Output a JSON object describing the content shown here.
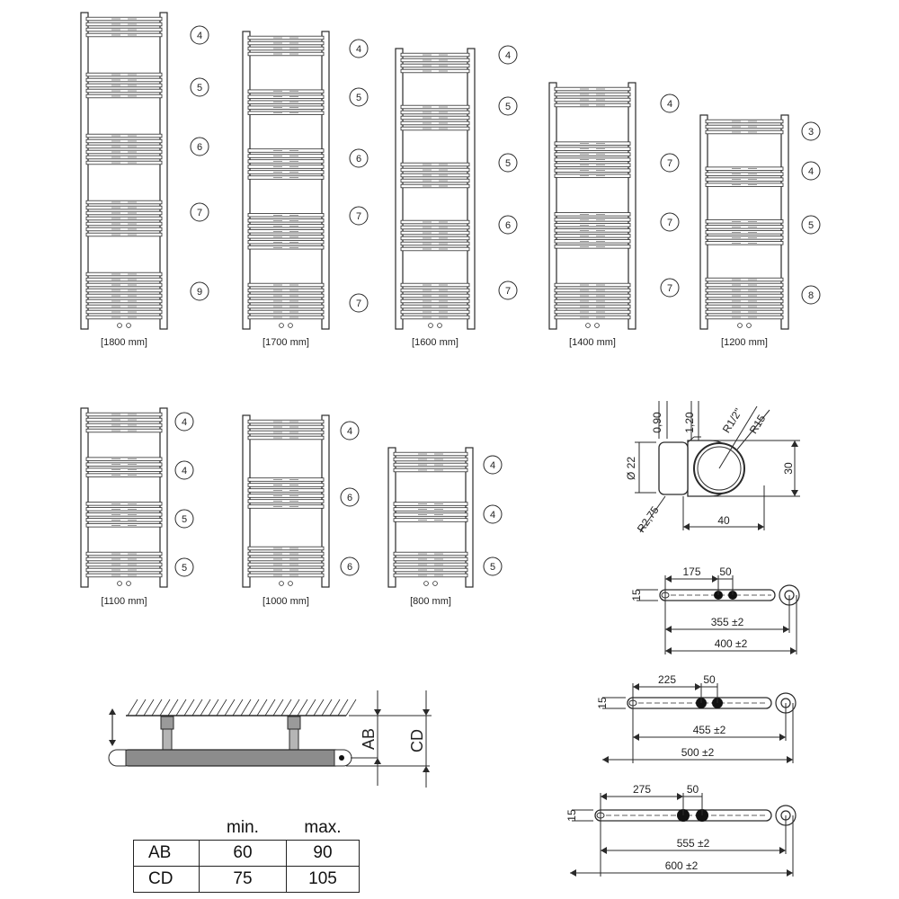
{
  "radiators": [
    {
      "id": "r1800",
      "label": "[1800 mm]",
      "groups": [
        "4",
        "5",
        "6",
        "7",
        "9"
      ]
    },
    {
      "id": "r1700",
      "label": "[1700 mm]",
      "groups": [
        "4",
        "5",
        "6",
        "7",
        "7"
      ]
    },
    {
      "id": "r1600",
      "label": "[1600 mm]",
      "groups": [
        "4",
        "5",
        "5",
        "6",
        "7"
      ]
    },
    {
      "id": "r1400",
      "label": "[1400 mm]",
      "groups": [
        "4",
        "7",
        "7",
        "7"
      ]
    },
    {
      "id": "r1200",
      "label": "[1200 mm]",
      "groups": [
        "3",
        "4",
        "5",
        "8"
      ]
    },
    {
      "id": "r1100",
      "label": "[1100 mm]",
      "groups": [
        "4",
        "4",
        "5",
        "5"
      ]
    },
    {
      "id": "r1000",
      "label": "[1000 mm]",
      "groups": [
        "4",
        "6",
        "6"
      ]
    },
    {
      "id": "r800",
      "label": "[800 mm]",
      "groups": [
        "4",
        "4",
        "5"
      ]
    }
  ],
  "cross_section": {
    "dims": [
      "0,90",
      "1,20",
      "R1/2\"",
      "R15",
      "30",
      "40",
      "R2,75",
      "Ø 22"
    ]
  },
  "rails": [
    {
      "id": "rail400",
      "offset": "175",
      "spacing": "50",
      "height": "15",
      "inner": "355 ±2",
      "outer": "400 ±2"
    },
    {
      "id": "rail500",
      "offset": "225",
      "spacing": "50",
      "height": "15",
      "inner": "455 ±2",
      "outer": "500 ±2"
    },
    {
      "id": "rail600",
      "offset": "275",
      "spacing": "50",
      "height": "15",
      "inner": "555 ±2",
      "outer": "600 ±2"
    }
  ],
  "mount": {
    "dim_ab": "AB",
    "dim_cd": "CD"
  },
  "table": {
    "headers": [
      "",
      "min.",
      "max."
    ],
    "rows": [
      [
        "AB",
        "60",
        "90"
      ],
      [
        "CD",
        "75",
        "105"
      ]
    ]
  }
}
